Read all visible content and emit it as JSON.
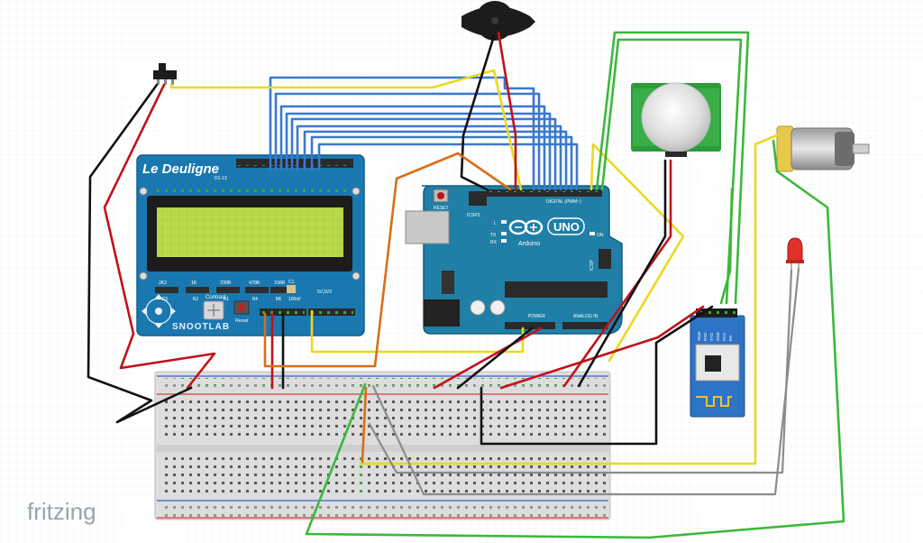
{
  "app": {
    "watermark": "fritzing"
  },
  "lcd_shield": {
    "brand": "Le Deuligne",
    "maker": "SNOOTLAB",
    "contrast_label": "Contrast",
    "reset_label": "Reset",
    "header_label": "D1-13",
    "resistor_labels": [
      "2K2",
      "1K",
      "330R",
      "470R",
      "330R"
    ],
    "resistor_ids": [
      "R3",
      "R2",
      "R1",
      "R4",
      "R6"
    ],
    "cap_label": "C1",
    "cap_value": "100nF",
    "power_label": "5V,3V3"
  },
  "arduino": {
    "model": "UNO",
    "brand": "Arduino",
    "reset_label": "RESET",
    "icsp_label": "ICSP2",
    "icsp2_label": "ICSP",
    "digital_label": "DIGITAL (PWM~)",
    "power_label": "POWER",
    "analog_label": "ANALOG IN",
    "led_labels": [
      "L",
      "TX",
      "RX",
      "ON"
    ]
  },
  "bluetooth": {
    "pins": [
      "State",
      "RXD",
      "TXD",
      "GND",
      "VCC",
      "EN"
    ]
  },
  "colors": {
    "wire_red": "#c0121b",
    "wire_black": "#111111",
    "wire_blue": "#3a78d0",
    "wire_yellow": "#ecd820",
    "wire_green": "#3cb83c",
    "wire_orange": "#d86f18",
    "wire_gray": "#8c8c8c",
    "arduino_blue": "#1f7fa6",
    "shield_blue": "#1a78b0",
    "lcd_green": "#b9d84a",
    "bt_blue": "#2d73c6",
    "motor_yellow": "#e8c84a"
  },
  "icons": {
    "arduino_logo": "infinity-logo",
    "buzzer": "piezo-buzzer",
    "switch": "slide-switch",
    "led": "red-led",
    "motor": "dc-motor",
    "pir": "pir-sensor-dome"
  }
}
